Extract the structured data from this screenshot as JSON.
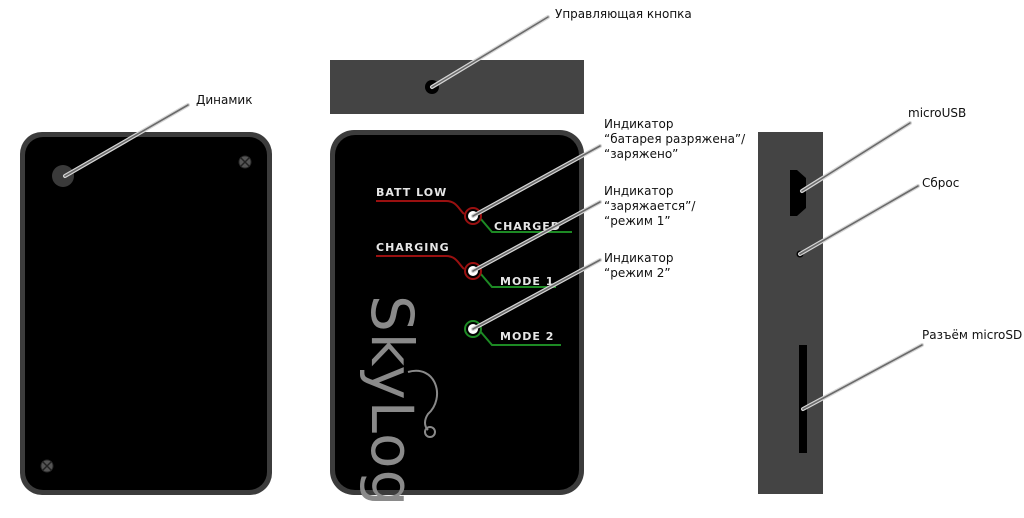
{
  "labels": {
    "speaker": "Динамик",
    "control_button": "Управляющая кнопка",
    "led1": [
      "Индикатор",
      "“батарея разряжена”/",
      "“заряжено”"
    ],
    "led2": [
      "Индикатор",
      "“заряжается”/",
      "“режим 1”"
    ],
    "led3": [
      "Индикатор",
      "“режим 2”"
    ],
    "microusb": "microUSB",
    "reset": "Сброс",
    "microsd": "Разъём microSD"
  },
  "board": {
    "batt_low": "BATT LOW",
    "charged": "CHARGED",
    "charging": "CHARGING",
    "mode1": "MODE 1",
    "mode2": "MODE 2",
    "brand": "SkyLog"
  },
  "colors": {
    "body": "#000000",
    "frame": "#3c3c3c",
    "edge": "#444444",
    "red_trace": "#9a1010",
    "green_trace": "#1d8a24"
  }
}
